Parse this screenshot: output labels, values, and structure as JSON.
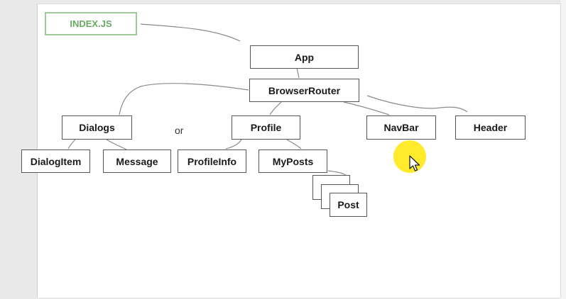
{
  "diagram": {
    "index_label": "INDEX.JS",
    "separator_label": "or",
    "nodes": {
      "app": "App",
      "browser_router": "BrowserRouter",
      "dialogs": "Dialogs",
      "profile": "Profile",
      "navbar": "NavBar",
      "header": "Header",
      "dialog_item": "DialogItem",
      "message": "Message",
      "profile_info": "ProfileInfo",
      "my_posts": "MyPosts",
      "post": "Post"
    }
  },
  "colors": {
    "index_border": "#9fcb9a",
    "index_text": "#6aa963",
    "cursor_highlight": "#ffe81a"
  },
  "icons": {
    "cursor": "mouse-pointer-icon"
  }
}
